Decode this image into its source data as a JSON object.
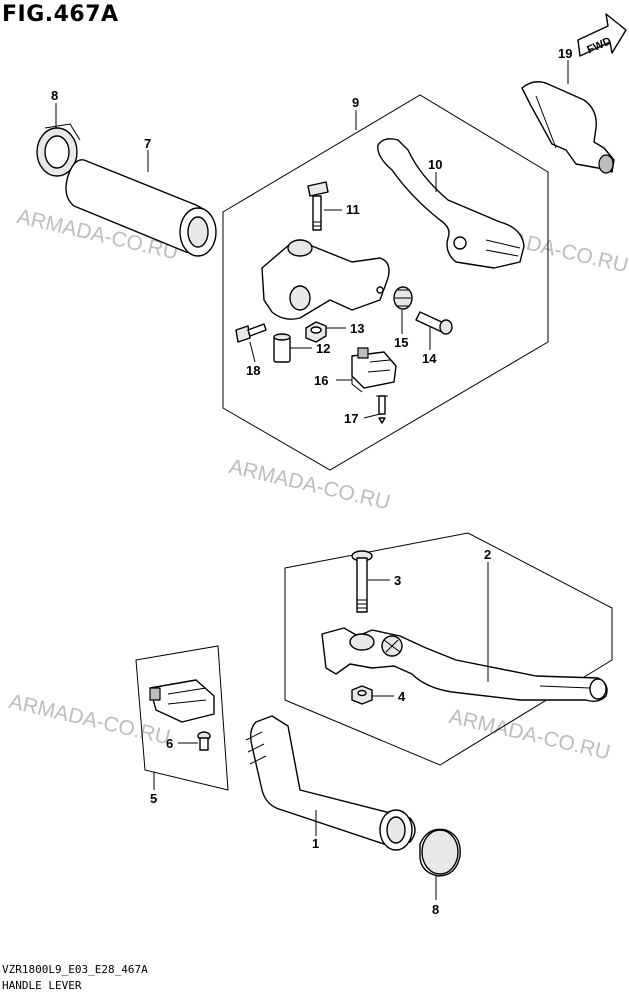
{
  "title": "FIG.467A",
  "footer": {
    "code": "VZR1800L9_E03_E28_467A",
    "name": "HANDLE LEVER"
  },
  "watermark": "ARMADA-CO.RU",
  "fwd_label": "FWD",
  "callouts": {
    "c1": "1",
    "c2": "2",
    "c3": "3",
    "c4": "4",
    "c5": "5",
    "c6": "6",
    "c7": "7",
    "c8a": "8",
    "c8b": "8",
    "c9": "9",
    "c10": "10",
    "c11": "11",
    "c12": "12",
    "c13": "13",
    "c14": "14",
    "c15": "15",
    "c16": "16",
    "c17": "17",
    "c18": "18",
    "c19": "19"
  }
}
